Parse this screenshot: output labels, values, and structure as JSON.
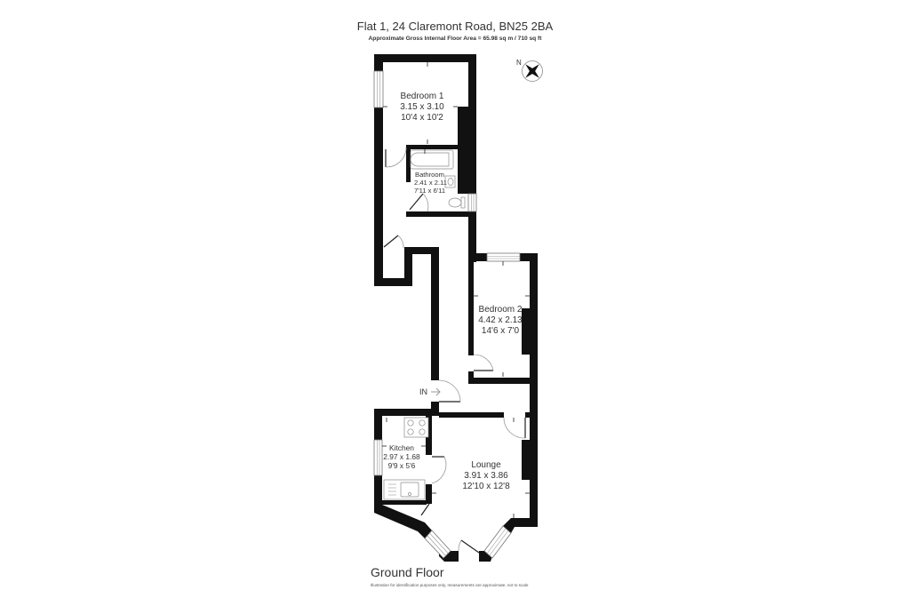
{
  "header": {
    "title": "Flat 1, 24 Claremont Road, BN25 2BA",
    "subtitle": "Approximate Gross Internal Floor Area = 65.98 sq m / 710 sq ft"
  },
  "compass": {
    "label": "N",
    "icon": "compass-rose-icon"
  },
  "rooms": [
    {
      "name": "Bedroom 1",
      "metric": "3.15 x 3.10",
      "imperial": "10'4 x 10'2"
    },
    {
      "name": "Bathroom",
      "metric": "2.41 x 2.11",
      "imperial": "7'11 x 6'11"
    },
    {
      "name": "Bedroom 2",
      "metric": "4.42 x 2.13",
      "imperial": "14'6 x 7'0"
    },
    {
      "name": "Kitchen",
      "metric": "2.97 x 1.68",
      "imperial": "9'9 x 5'6"
    },
    {
      "name": "Lounge",
      "metric": "3.91 x 3.86",
      "imperial": "12'10 x 12'8"
    }
  ],
  "entrance": {
    "label": "IN",
    "icon": "entrance-arrow-icon"
  },
  "floor": {
    "label": "Ground Floor"
  },
  "footer": {
    "disclaimer": "Illustration for identification purposes only, measurements are approximate, not to scale"
  },
  "colors": {
    "wall": "#111111",
    "text": "#333333",
    "background": "#ffffff"
  }
}
